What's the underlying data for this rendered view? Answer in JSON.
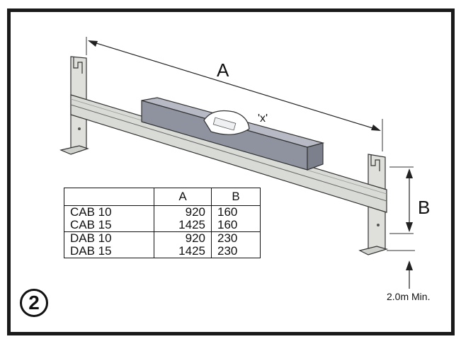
{
  "labels": {
    "dimension_a": "A",
    "dimension_b": "B",
    "centre_mark": "'x'",
    "min_height": "2.0m Min.",
    "step_number": "2"
  },
  "table": {
    "headers": [
      "",
      "A",
      "B"
    ],
    "groups": [
      [
        {
          "model": "CAB 10",
          "a": "920",
          "b": "160"
        },
        {
          "model": "CAB 15",
          "a": "1425",
          "b": "160"
        }
      ],
      [
        {
          "model": "DAB 10",
          "a": "920",
          "b": "230"
        },
        {
          "model": "DAB 15",
          "a": "1425",
          "b": "230"
        }
      ]
    ]
  },
  "colors": {
    "frame": "#1a1a1a",
    "rail": "#d9dbd6",
    "bracket": "#dfe0dc",
    "level": "#8f93a0",
    "outline": "#333333"
  }
}
